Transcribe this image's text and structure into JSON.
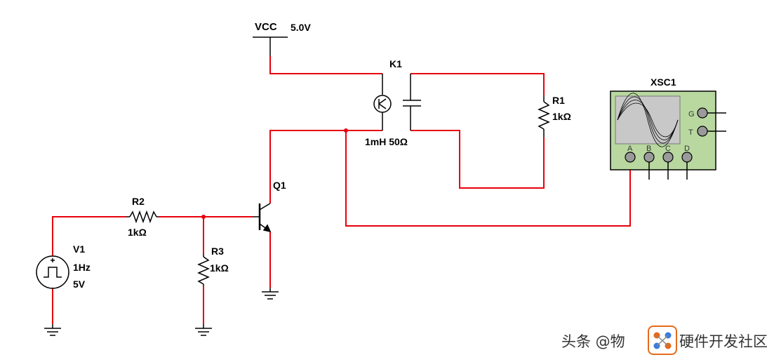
{
  "labels": {
    "vcc": "VCC",
    "vcc_value": "5.0V",
    "relay": "K1",
    "relay_spec": "1mH 50Ω",
    "r1_ref": "R1",
    "r1_val": "1kΩ",
    "scope": "XSC1",
    "q1": "Q1",
    "r2_ref": "R2",
    "r2_val": "1kΩ",
    "r3_ref": "R3",
    "r3_val": "1kΩ",
    "v1_ref": "V1",
    "v1_freq": "1Hz",
    "v1_amp": "5V"
  },
  "scope_terminals": {
    "g": "G",
    "t": "T",
    "a": "A",
    "b": "B",
    "c": "C",
    "d": "D"
  },
  "watermark": {
    "text": "头条 @物",
    "text2": "硬件开发社区"
  },
  "colors": {
    "wire_active": "#e8000b",
    "wire_component": "#000000",
    "scope_face": "#b8d8a0",
    "scope_screen": "#c8c8c8"
  }
}
